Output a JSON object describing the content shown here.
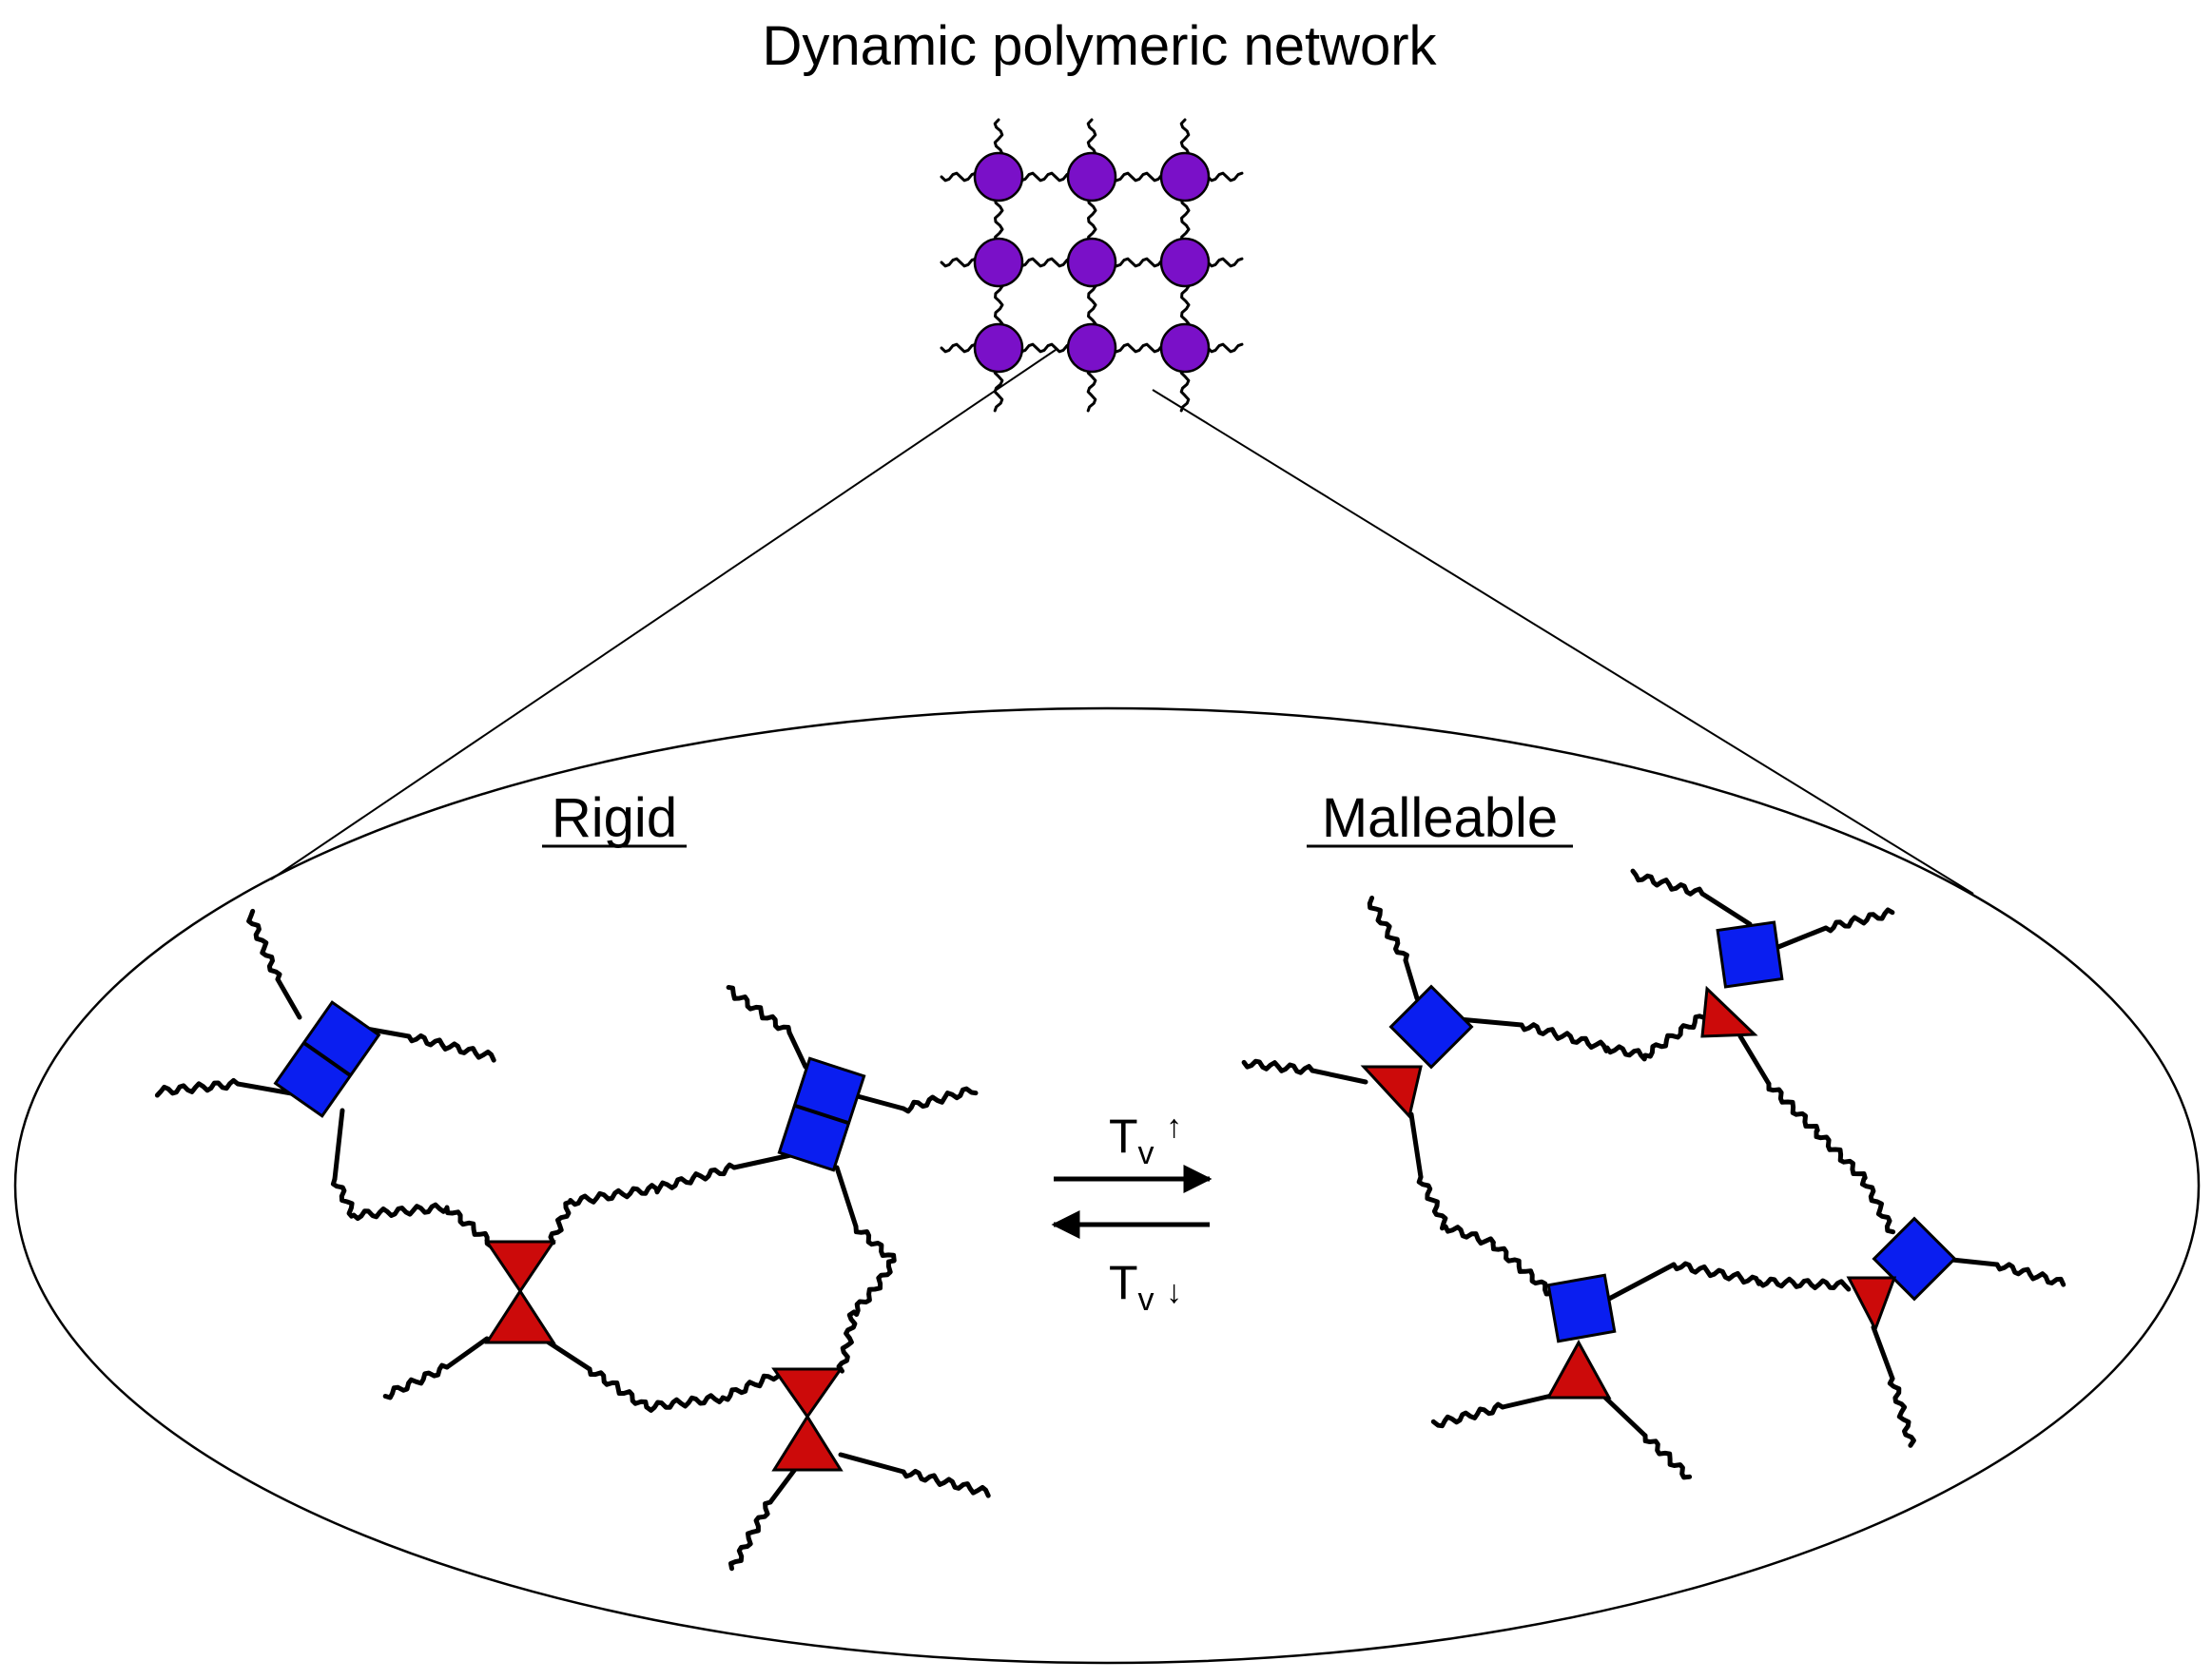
{
  "title": "Dynamic polymeric network",
  "left_state": {
    "label": "Rigid"
  },
  "right_state": {
    "label": "Malleable"
  },
  "forward_arrow": {
    "symbol": "T",
    "subscript": "v",
    "direction_glyph": "↑"
  },
  "reverse_arrow": {
    "symbol": "T",
    "subscript": "v",
    "direction_glyph": "↓"
  },
  "colors": {
    "purple_node": "#7A10C8",
    "square_node": "#0A1EF0",
    "triangle_node": "#CC0A0A",
    "line": "#000000"
  },
  "icons": {
    "network_node": "purple-circle",
    "square_crosslinker": "blue-square",
    "triangle_crosslinker": "red-triangle"
  }
}
